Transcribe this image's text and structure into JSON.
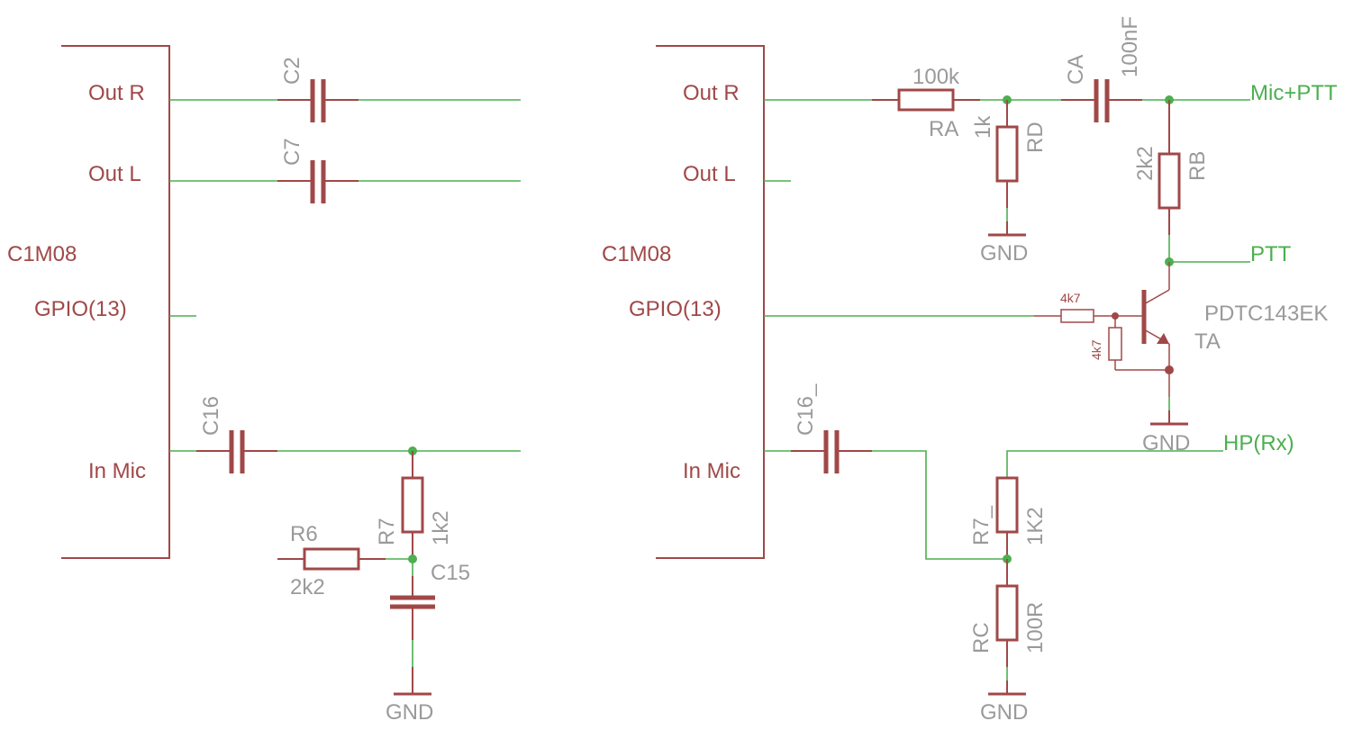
{
  "left": {
    "chip": "C1M08",
    "pins": {
      "out_r": "Out R",
      "out_l": "Out L",
      "gpio": "GPIO(13)",
      "in_mic": "In Mic"
    },
    "c2": "C2",
    "c7": "C7",
    "c16": "C16",
    "r7": "R7",
    "r7_val": "1k2",
    "r6": "R6",
    "r6_val": "2k2",
    "c15": "C15",
    "gnd": "GND"
  },
  "right": {
    "chip": "C1M08",
    "pins": {
      "out_r": "Out R",
      "out_l": "Out L",
      "gpio": "GPIO(13)",
      "in_mic": "In Mic"
    },
    "ra_val": "100k",
    "ra": "RA",
    "rd_val": "1k",
    "rd": "RD",
    "rd_gnd": "GND",
    "ca": "CA",
    "ca_val": "100nF",
    "mic_ptt": "Mic+PTT",
    "rb_val": "2k2",
    "rb": "RB",
    "ptt": "PTT",
    "rbase_val": "4k7",
    "rbe_val": "4k7",
    "ta_part": "PDTC143EK",
    "ta": "TA",
    "ta_gnd": "GND",
    "hp": "HP(Rx)",
    "c16": "C16_",
    "r7": "R7_",
    "r7_val": "1K2",
    "rc": "RC",
    "rc_val": "100R",
    "rc_gnd": "GND"
  }
}
